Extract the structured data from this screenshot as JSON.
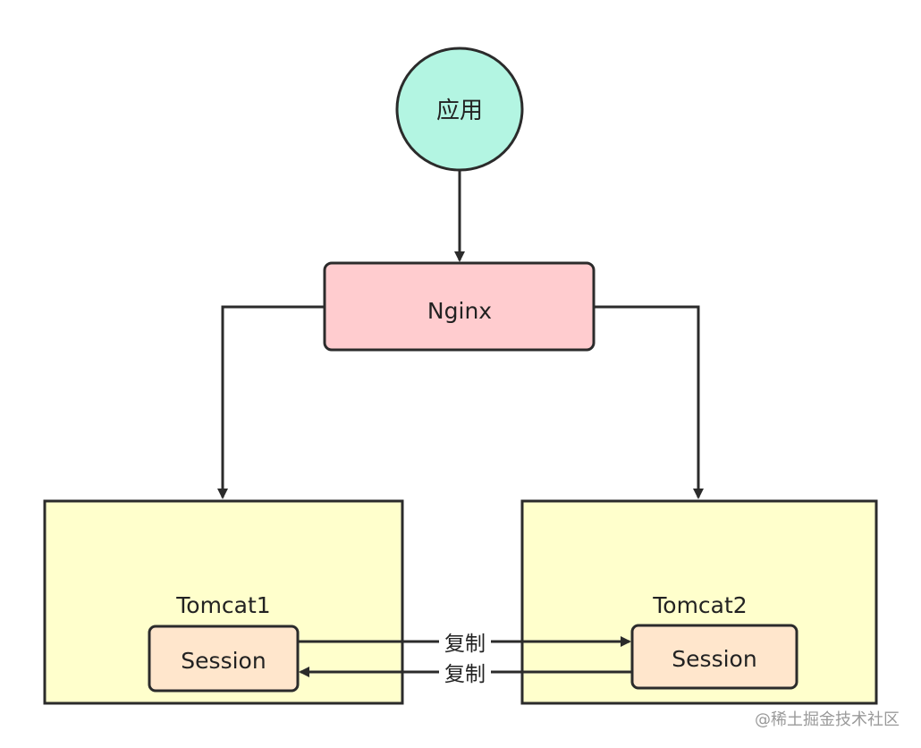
{
  "nodes": {
    "app": {
      "label": "应用",
      "fill": "#b3f5e2"
    },
    "nginx": {
      "label": "Nginx",
      "fill": "#ffcccf"
    },
    "tomcat1": {
      "label": "Tomcat1",
      "fill": "#ffffcc",
      "session_label": "Session",
      "session_fill": "#ffe6cc"
    },
    "tomcat2": {
      "label": "Tomcat2",
      "fill": "#ffffcc",
      "session_label": "Session",
      "session_fill": "#ffe6cc"
    }
  },
  "edges": {
    "replicate_forward": "复制",
    "replicate_backward": "复制"
  },
  "watermark": "@稀土掘金技术社区",
  "colors": {
    "stroke": "#2b2b2b"
  }
}
